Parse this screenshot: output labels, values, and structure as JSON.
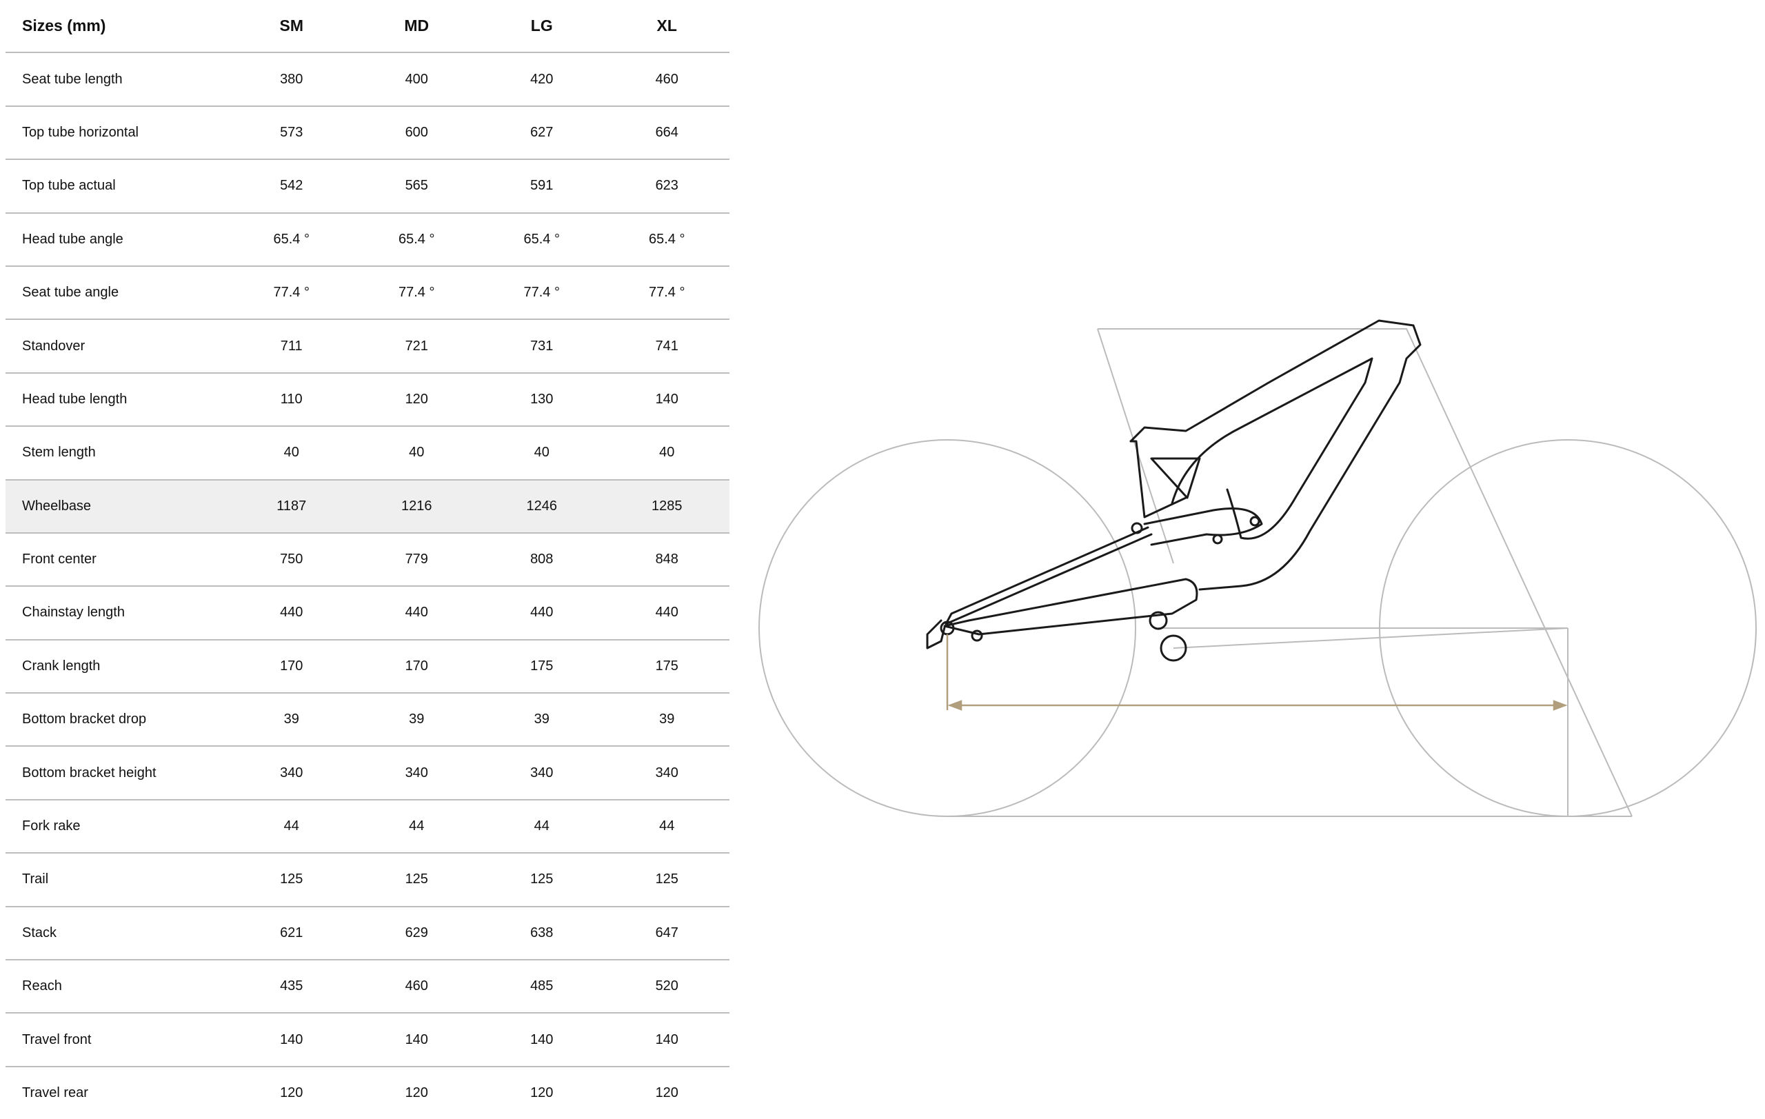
{
  "table": {
    "header": [
      "Sizes (mm)",
      "SM",
      "MD",
      "LG",
      "XL"
    ],
    "rows": [
      {
        "label": "Seat tube length",
        "values": [
          "380",
          "400",
          "420",
          "460"
        ]
      },
      {
        "label": "Top tube horizontal",
        "values": [
          "573",
          "600",
          "627",
          "664"
        ]
      },
      {
        "label": "Top tube actual",
        "values": [
          "542",
          "565",
          "591",
          "623"
        ]
      },
      {
        "label": "Head tube angle",
        "values": [
          "65.4 °",
          "65.4 °",
          "65.4 °",
          "65.4 °"
        ]
      },
      {
        "label": "Seat tube angle",
        "values": [
          "77.4 °",
          "77.4 °",
          "77.4 °",
          "77.4 °"
        ]
      },
      {
        "label": "Standover",
        "values": [
          "711",
          "721",
          "731",
          "741"
        ]
      },
      {
        "label": "Head tube length",
        "values": [
          "110",
          "120",
          "130",
          "140"
        ]
      },
      {
        "label": "Stem length",
        "values": [
          "40",
          "40",
          "40",
          "40"
        ]
      },
      {
        "label": "Wheelbase",
        "values": [
          "1187",
          "1216",
          "1246",
          "1285"
        ],
        "highlighted": true
      },
      {
        "label": "Front center",
        "values": [
          "750",
          "779",
          "808",
          "848"
        ]
      },
      {
        "label": "Chainstay length",
        "values": [
          "440",
          "440",
          "440",
          "440"
        ]
      },
      {
        "label": "Crank length",
        "values": [
          "170",
          "170",
          "175",
          "175"
        ]
      },
      {
        "label": "Bottom bracket drop",
        "values": [
          "39",
          "39",
          "39",
          "39"
        ]
      },
      {
        "label": "Bottom bracket height",
        "values": [
          "340",
          "340",
          "340",
          "340"
        ]
      },
      {
        "label": "Fork rake",
        "values": [
          "44",
          "44",
          "44",
          "44"
        ]
      },
      {
        "label": "Trail",
        "values": [
          "125",
          "125",
          "125",
          "125"
        ]
      },
      {
        "label": "Stack",
        "values": [
          "621",
          "629",
          "638",
          "647"
        ]
      },
      {
        "label": "Reach",
        "values": [
          "435",
          "460",
          "485",
          "520"
        ]
      },
      {
        "label": "Travel front",
        "values": [
          "140",
          "140",
          "140",
          "140"
        ]
      },
      {
        "label": "Travel rear",
        "values": [
          "120",
          "120",
          "120",
          "120"
        ]
      }
    ]
  },
  "diagram": {
    "highlighted_dimension": "Wheelbase",
    "colors": {
      "guide_lines": "#bbbbbb",
      "frame": "#1a1a1a",
      "dimension_arrow": "#b09e7c",
      "highlight_row": "#efefef"
    }
  }
}
